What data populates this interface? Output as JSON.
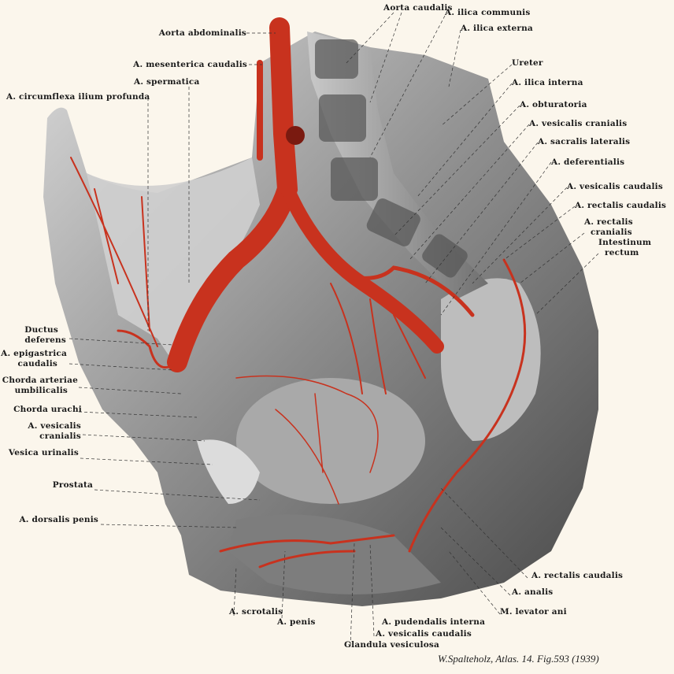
{
  "figure": {
    "credit": "W.Spalteholz, Atlas. 14. Fig.593 (1939)",
    "colors": {
      "artery": "#c8321e",
      "background": "#fbf6ec",
      "tissue": "#9a9a9a"
    },
    "labels_top": {
      "aorta_caudalis": "Aorta caudalis",
      "aorta_abdominalis": "Aorta abdominalis",
      "a_mesenterica_caudalis": "A. mesenterica caudalis",
      "a_spermatica": "A. spermatica",
      "a_circumflexa": "A. circumflexa ilium profunda"
    },
    "labels_right": {
      "a_ilica_communis": "A. ilica communis",
      "a_ilica_externa": "A. ilica externa",
      "ureter": "Ureter",
      "a_ilica_interna": "A. ilica interna",
      "a_obturatoria": "A. obturatoria",
      "a_vesicalis_cranialis": "A. vesicalis cranialis",
      "a_sacralis_lateralis": "A. sacralis lateralis",
      "a_deferentialis": "A. deferentialis",
      "a_vesicalis_caudalis": "A. vesicalis caudalis",
      "a_rectalis_caudalis": "A. rectalis caudalis",
      "a_rectalis_cranialis_1": "A. rectalis",
      "a_rectalis_cranialis_2": "cranialis",
      "intestinum_1": "Intestinum",
      "intestinum_2": "rectum"
    },
    "labels_left": {
      "ductus_1": "Ductus",
      "ductus_2": "deferens",
      "epigastrica_1": "A. epigastrica",
      "epigastrica_2": "caudalis",
      "chorda_art_1": "Chorda arteriae",
      "chorda_art_2": "umbilicalis",
      "chorda_urachi": "Chorda urachi",
      "ves_cran_1": "A. vesicalis",
      "ves_cran_2": "cranialis",
      "vesica_urinalis": "Vesica urinalis",
      "prostata": "Prostata",
      "a_dorsalis_penis": "A. dorsalis penis"
    },
    "labels_bottom": {
      "a_rectalis_caudalis": "A. rectalis caudalis",
      "a_analis": "A. analis",
      "m_levator_ani": "M. levator ani",
      "a_scrotalis": "A. scrotalis",
      "a_penis": "A. penis",
      "a_pudendalis_interna": "A. pudendalis interna",
      "a_vesicalis_caudalis": "A. vesicalis caudalis",
      "glandula_vesiculosa": "Glandula vesiculosa"
    }
  }
}
